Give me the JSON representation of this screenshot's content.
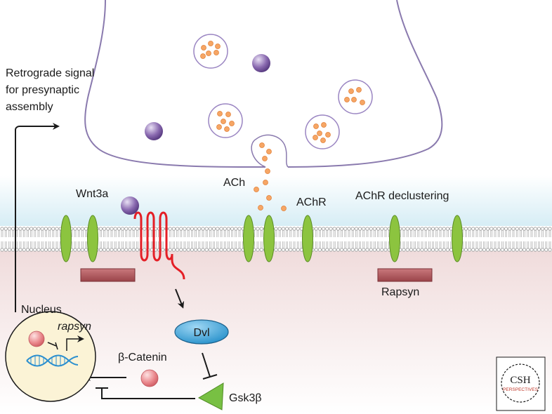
{
  "labels": {
    "retrograde_line1": "Retrograde signal",
    "retrograde_line2": "for presynaptic",
    "retrograde_line3": "assembly",
    "wnt3a": "Wnt3a",
    "ach": "ACh",
    "achr": "AChR",
    "achr_declustering": "AChR declustering",
    "rapsyn_protein": "Rapsyn",
    "nucleus": "Nucleus",
    "rapsyn_gene": "rapsyn",
    "beta_catenin": "β-Catenin",
    "dvl": "Dvl",
    "gsk3b": "Gsk3β"
  },
  "logo": {
    "line1": "CSH",
    "line2": "PERSPECTIVES"
  },
  "colors": {
    "synaptic_cleft": "#d9eef5",
    "cytoplasm": "#f2dede",
    "membrane": "#9a9a9a",
    "achr_green": "#8cc43f",
    "rapsyn_red": "#b0585c",
    "frizzled_red": "#e41f26",
    "wnt_purple": "#8a6ab0",
    "vesicle_outline": "#9a85c2",
    "ach_orange": "#f6a665",
    "dvl_blue": "#2f9fd8",
    "gsk_green": "#78c043",
    "nucleus_fill": "#fbf3d6",
    "catenin_red": "#e9858a",
    "dna_blue": "#2b8fcf"
  }
}
